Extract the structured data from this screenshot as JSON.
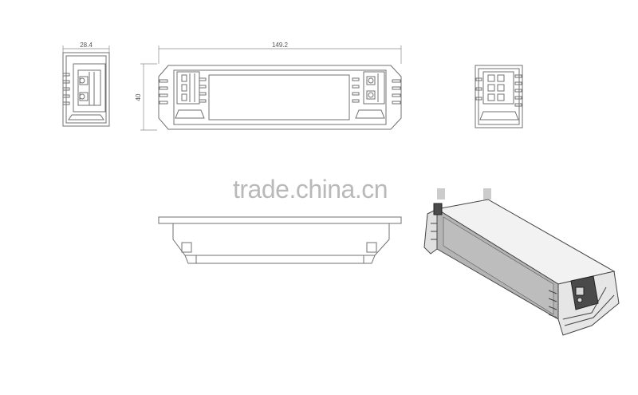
{
  "dimensions": {
    "side_width": "28.4",
    "length": "149.2",
    "height": "40"
  },
  "watermark": "trade.china.cn",
  "colors": {
    "line": "#707070",
    "body_gray": "#b4b4b4",
    "panel_gray": "#d6d6d6",
    "terminal_dark": "#4a4a4a",
    "watermark": "#b9b9b9"
  }
}
